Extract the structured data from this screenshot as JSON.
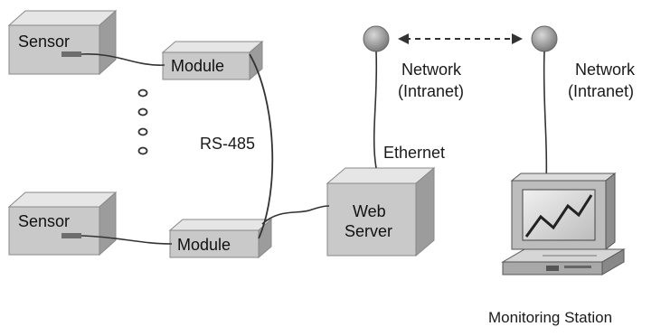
{
  "diagram": {
    "nodes": {
      "sensor_top": "Sensor",
      "sensor_bottom": "Sensor",
      "module_top": "Module",
      "module_bottom": "Module",
      "web_server_line1": "Web",
      "web_server_line2": "Server",
      "network_left_line1": "Network",
      "network_left_line2": "(Intranet)",
      "network_right_line1": "Network",
      "network_right_line2": "(Intranet)",
      "monitoring_station": "Monitoring Station"
    },
    "links": {
      "bus": "RS-485",
      "ethernet": "Ethernet"
    },
    "colors": {
      "box_face": "#c9c9c9",
      "box_top": "#e6e6e6",
      "box_side": "#9c9c9c",
      "line": "#333333",
      "node": "#9a9a9a"
    }
  }
}
